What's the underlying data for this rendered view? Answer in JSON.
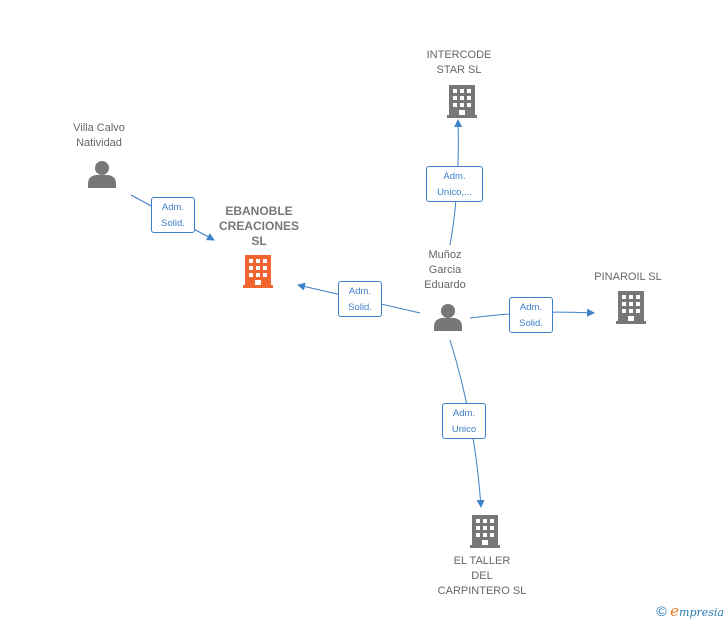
{
  "colors": {
    "edge": "#3d7fc9",
    "company_gray": "#777777",
    "company_focus": "#f26531",
    "person": "#777777"
  },
  "nodes": {
    "villa": {
      "label": "Villa Calvo\nNatividad",
      "icon": "person-icon"
    },
    "ebanoble": {
      "label": "EBANOBLE\nCREACIONES\nSL",
      "icon": "building-icon"
    },
    "intercode": {
      "label": "INTERCODE\nSTAR SL",
      "icon": "building-icon"
    },
    "munoz": {
      "label": "Muñoz\nGarcia\nEduardo",
      "icon": "person-icon"
    },
    "pinaroil": {
      "label": "PINAROIL SL",
      "icon": "building-icon"
    },
    "taller": {
      "label": "EL TALLER\nDEL\nCARPINTERO SL",
      "icon": "building-icon"
    }
  },
  "edges": {
    "villa_ebanoble": {
      "label": "Adm.\nSolid."
    },
    "munoz_ebanoble": {
      "label": "Adm.\nSolid."
    },
    "munoz_intercode": {
      "label": "Adm.\nUnico,..."
    },
    "munoz_pinaroil": {
      "label": "Adm.\nSolid."
    },
    "munoz_taller": {
      "label": "Adm.\nUnico"
    }
  },
  "footer": {
    "copyright": "©",
    "brand_initial": "e",
    "brand_rest": "mpresia"
  }
}
